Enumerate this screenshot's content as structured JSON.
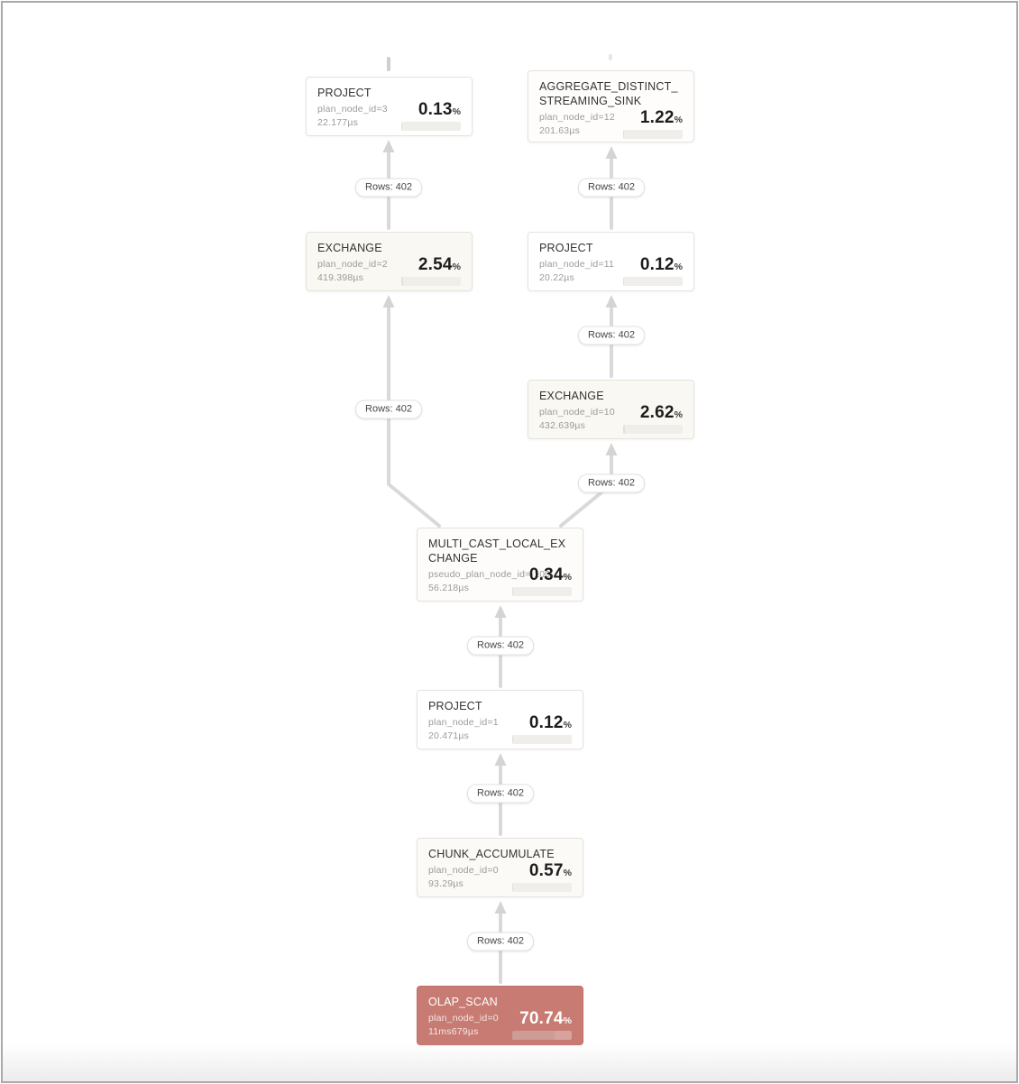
{
  "diagram": {
    "type": "query-plan-dag",
    "nodes": [
      {
        "title": "PROJECT",
        "plan_id": "plan_node_id=3",
        "time": "22.177µs",
        "percent": "0.13",
        "unit": "%",
        "percent_value": 0.13,
        "bg": "#ffffff"
      },
      {
        "title": "AGGREGATE_DISTINCT_STREAMING_SINK",
        "plan_id": "plan_node_id=12",
        "time": "201.63µs",
        "percent": "1.22",
        "unit": "%",
        "percent_value": 1.22,
        "bg": "#fefdfb"
      },
      {
        "title": "EXCHANGE",
        "plan_id": "plan_node_id=2",
        "time": "419.398µs",
        "percent": "2.54",
        "unit": "%",
        "percent_value": 2.54,
        "bg": "#faf8f2"
      },
      {
        "title": "PROJECT",
        "plan_id": "plan_node_id=11",
        "time": "20.22µs",
        "percent": "0.12",
        "unit": "%",
        "percent_value": 0.12,
        "bg": "#ffffff"
      },
      {
        "title": "EXCHANGE",
        "plan_id": "plan_node_id=10",
        "time": "432.639µs",
        "percent": "2.62",
        "unit": "%",
        "percent_value": 2.62,
        "bg": "#faf8f2"
      },
      {
        "title": "MULTI_CAST_LOCAL_EXCHANGE",
        "plan_id": "pseudo_plan_node_id=-100",
        "time": "56.218µs",
        "percent": "0.34",
        "unit": "%",
        "percent_value": 0.34,
        "bg": "#fdfcfa"
      },
      {
        "title": "PROJECT",
        "plan_id": "plan_node_id=1",
        "time": "20.471µs",
        "percent": "0.12",
        "unit": "%",
        "percent_value": 0.12,
        "bg": "#ffffff"
      },
      {
        "title": "CHUNK_ACCUMULATE",
        "plan_id": "plan_node_id=0",
        "time": "93.29µs",
        "percent": "0.57",
        "unit": "%",
        "percent_value": 0.57,
        "bg": "#fbfaf7"
      },
      {
        "title": "OLAP_SCAN",
        "plan_id": "plan_node_id=0",
        "time": "11ms679µs",
        "percent": "70.74",
        "unit": "%",
        "percent_value": 70.74,
        "bg": "#c77b72"
      }
    ],
    "edges": [
      {
        "label": "Rows: 402",
        "from": "EXCHANGE plan_node_id=2",
        "to": "PROJECT plan_node_id=3"
      },
      {
        "label": "Rows: 402",
        "from": "PROJECT plan_node_id=11",
        "to": "AGGREGATE_DISTINCT_STREAMING_SINK plan_node_id=12"
      },
      {
        "label": "Rows: 402",
        "from": "EXCHANGE plan_node_id=10",
        "to": "PROJECT plan_node_id=11"
      },
      {
        "label": "Rows: 402",
        "from": "MULTI_CAST_LOCAL_EXCHANGE",
        "to": "EXCHANGE plan_node_id=2"
      },
      {
        "label": "Rows: 402",
        "from": "MULTI_CAST_LOCAL_EXCHANGE",
        "to": "EXCHANGE plan_node_id=10"
      },
      {
        "label": "Rows: 402",
        "from": "PROJECT plan_node_id=1",
        "to": "MULTI_CAST_LOCAL_EXCHANGE"
      },
      {
        "label": "Rows: 402",
        "from": "CHUNK_ACCUMULATE plan_node_id=0",
        "to": "PROJECT plan_node_id=1"
      },
      {
        "label": "Rows: 402",
        "from": "OLAP_SCAN plan_node_id=0",
        "to": "CHUNK_ACCUMULATE plan_node_id=0"
      }
    ],
    "colors": {
      "edge": "#d9d9d9",
      "arrowhead": "#d4d4d4",
      "hot_node_bg": "#c77b72",
      "canvas_border": "#a9a9a9",
      "node_border": "#e5e3df"
    }
  }
}
